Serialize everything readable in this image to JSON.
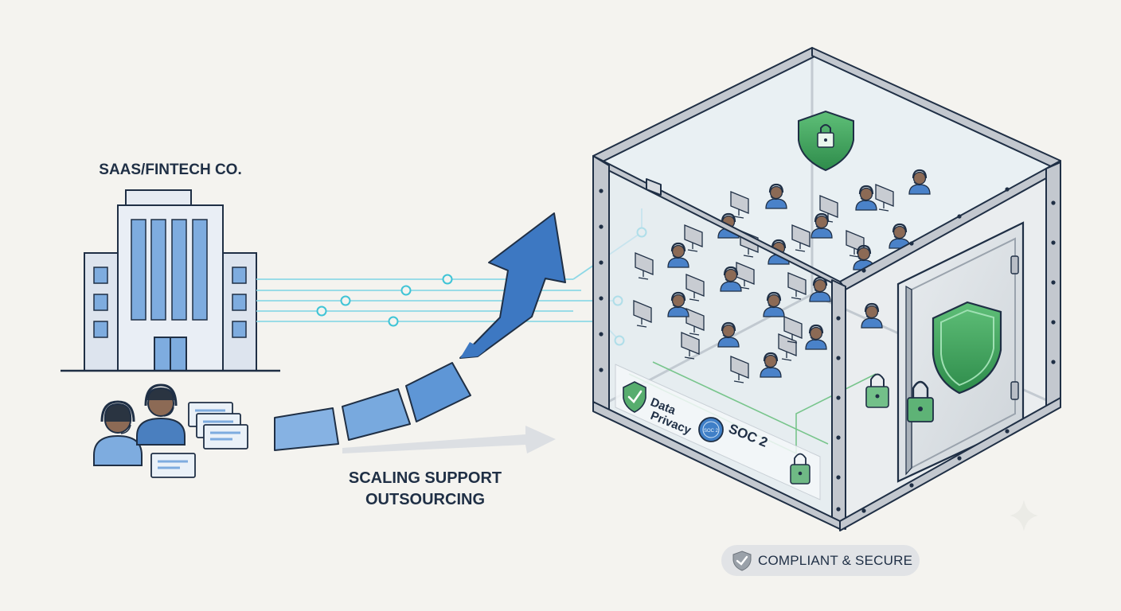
{
  "company_label": "SAAS/FINTECH CO.",
  "arrow_caption": {
    "line1": "SCALING SUPPORT",
    "line2": "OUTSOURCING"
  },
  "cube_badges": {
    "data_privacy": {
      "line1": "Data",
      "line2": "Privacy"
    },
    "soc2": {
      "label": "SOC 2",
      "emblem_text": "SOC 2"
    }
  },
  "compliance_pill": "COMPLIANT & SECURE",
  "colors": {
    "background": "#f4f3ef",
    "navy": "#1f2f45",
    "blue": "#3d78c2",
    "light_blue": "#86b2e3",
    "teal": "#3fc4d6",
    "green": "#4c9b5e",
    "steel": "#b9bec6"
  },
  "icons": [
    "building-icon",
    "headset-agent-icon",
    "ticket-card-icon",
    "shield-lock-icon",
    "padlock-icon",
    "shield-check-icon",
    "soc2-emblem-icon"
  ]
}
